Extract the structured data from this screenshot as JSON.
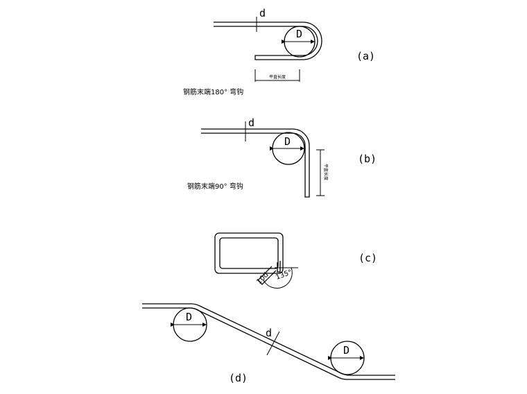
{
  "fig_a": {
    "label": "(a)",
    "d": "d",
    "D": "D",
    "dim_text": "平直长度",
    "caption": "钢筋末端180° 弯钩"
  },
  "fig_b": {
    "label": "(b)",
    "d": "d",
    "D": "D",
    "dim_text": "平直长度",
    "caption": "钢筋末端90° 弯钩"
  },
  "fig_c": {
    "label": "(c)",
    "len_label": "10d",
    "angle_label": "135°"
  },
  "fig_d": {
    "label": "(d)",
    "d": "d",
    "D_left": "D",
    "D_right": "D"
  }
}
